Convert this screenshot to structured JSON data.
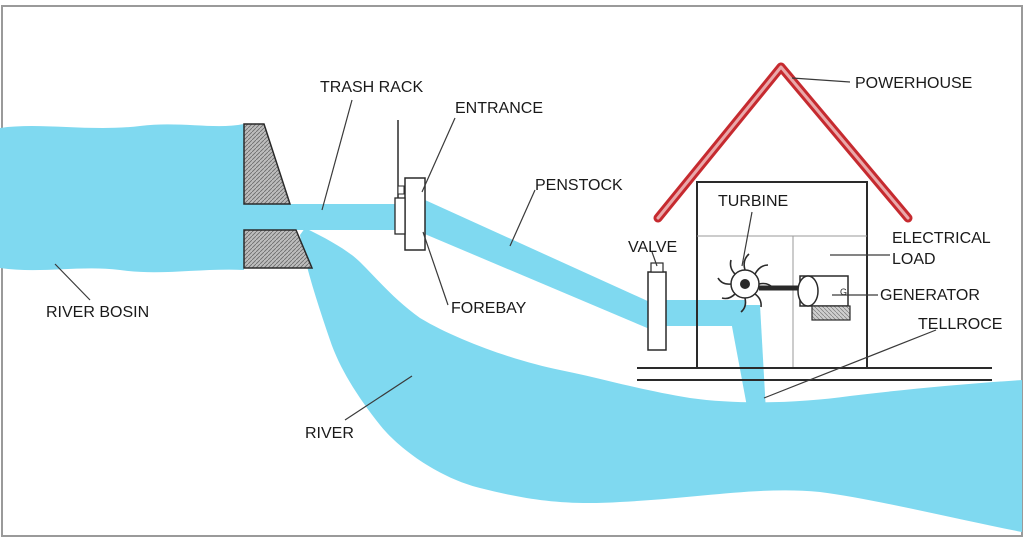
{
  "labels": {
    "trash_rack": "TRASH RACK",
    "entrance": "ENTRANCE",
    "powerhouse": "POWERHOUSE",
    "penstock": "PENSTOCK",
    "turbine": "TURBINE",
    "valve": "VALVE",
    "electrical_load_line1": "ELECTRICAL",
    "electrical_load_line2": "LOAD",
    "generator": "GENERATOR",
    "tellroce": "TELLROCE",
    "river_bosin": "RIVER BOSIN",
    "forebay": "FOREBAY",
    "river": "RIVER"
  },
  "colors": {
    "water": "#7fd9f0",
    "roof": "#c62a2f",
    "outline": "#2a2a2a",
    "dam_fill": "#a8a8a8"
  }
}
